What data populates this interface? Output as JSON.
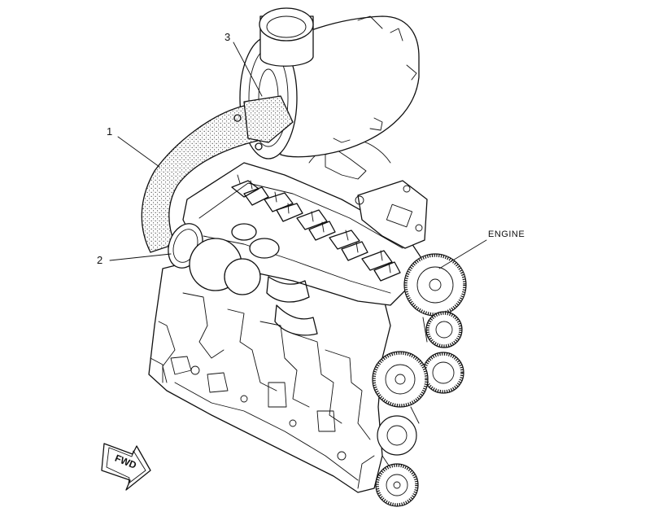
{
  "callouts": [
    {
      "id": "1",
      "label": "1"
    },
    {
      "id": "2",
      "label": "2"
    },
    {
      "id": "3",
      "label": "3"
    }
  ],
  "component_label": "ENGINE",
  "direction_indicator": "FWD"
}
